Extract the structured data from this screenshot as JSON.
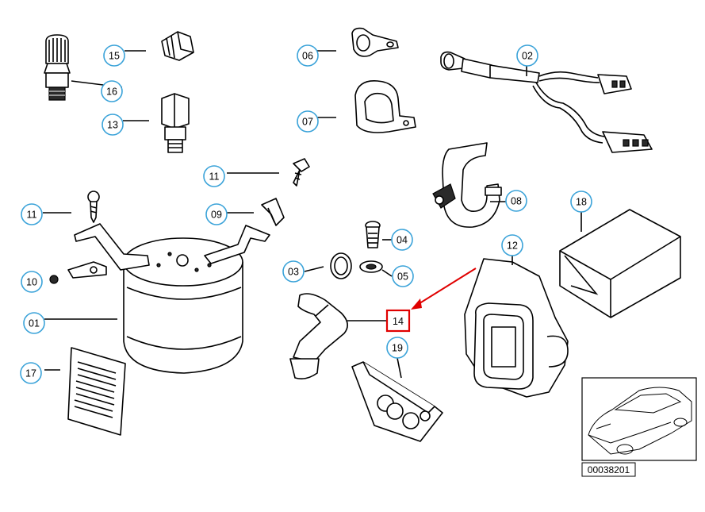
{
  "callouts": [
    {
      "id": "c15",
      "label": "15"
    },
    {
      "id": "c16",
      "label": "16"
    },
    {
      "id": "c13",
      "label": "13"
    },
    {
      "id": "c06",
      "label": "06"
    },
    {
      "id": "c07",
      "label": "07"
    },
    {
      "id": "c02",
      "label": "02"
    },
    {
      "id": "c11a",
      "label": "11"
    },
    {
      "id": "c11b",
      "label": "11"
    },
    {
      "id": "c09",
      "label": "09"
    },
    {
      "id": "c08",
      "label": "08"
    },
    {
      "id": "c18",
      "label": "18"
    },
    {
      "id": "c04",
      "label": "04"
    },
    {
      "id": "c10",
      "label": "10"
    },
    {
      "id": "c03",
      "label": "03"
    },
    {
      "id": "c05",
      "label": "05"
    },
    {
      "id": "c12",
      "label": "12"
    },
    {
      "id": "c01",
      "label": "01"
    },
    {
      "id": "c19",
      "label": "19"
    },
    {
      "id": "c17",
      "label": "17"
    }
  ],
  "highlighted_part": {
    "label": "14",
    "color": "#e00000"
  },
  "reference_number": "00038201",
  "colors": {
    "callout_ring": "#3ba3d9",
    "highlight": "#e00000"
  }
}
